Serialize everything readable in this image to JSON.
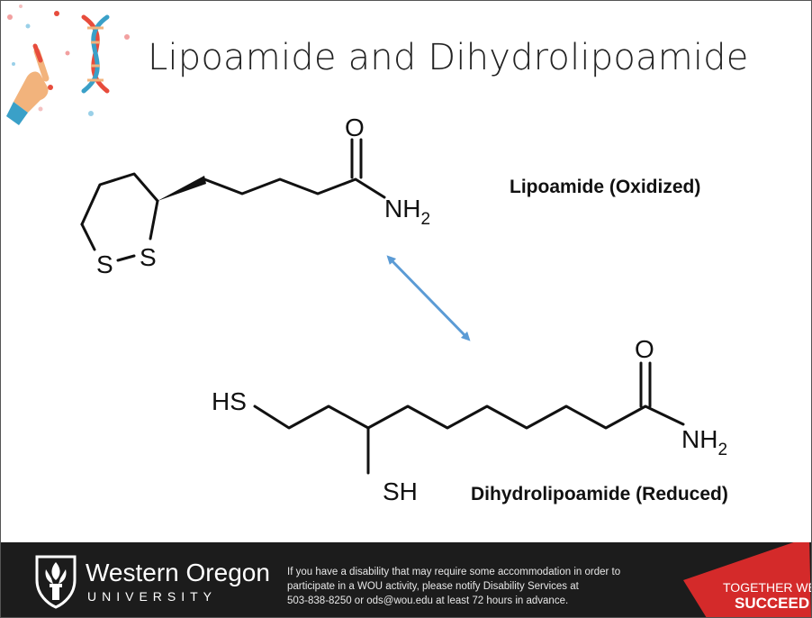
{
  "slide": {
    "title": "Lipoamide and Dihydrolipoamide"
  },
  "molecules": {
    "lipoamide": {
      "label": "Lipoamide (Oxidized)",
      "atoms": {
        "oxygen": "O",
        "amine": "NH",
        "amine_sub": "2",
        "sulfur_left": "S",
        "sulfur_right": "S"
      }
    },
    "dihydrolipoamide": {
      "label": "Dihydrolipoamide (Reduced)",
      "atoms": {
        "thiol_terminal": "HS",
        "thiol_branch": "SH",
        "oxygen": "O",
        "amine": "NH",
        "amine_sub": "2"
      }
    }
  },
  "arrow": {
    "icon": "double-headed-arrow-icon",
    "color": "#5b9bd5"
  },
  "decor": {
    "icon": "hand-dna-illustration-icon",
    "colors": [
      "#e74c3c",
      "#3aa0c8",
      "#f2b37c"
    ]
  },
  "footer": {
    "university_name": "Western Oregon",
    "university_sub": "UNIVERSITY",
    "notice_lines": [
      "If you have a disability that may require some accommodation in order to",
      "participate in a WOU activity, please notify Disability Services at",
      "503-838-8250 or ods@wou.edu at least 72 hours in advance."
    ],
    "tagline_line1": "TOGETHER WE",
    "tagline_line2": "SUCCEED",
    "colors": {
      "bar": "#1c1c1c",
      "accent": "#d42a2a"
    }
  }
}
